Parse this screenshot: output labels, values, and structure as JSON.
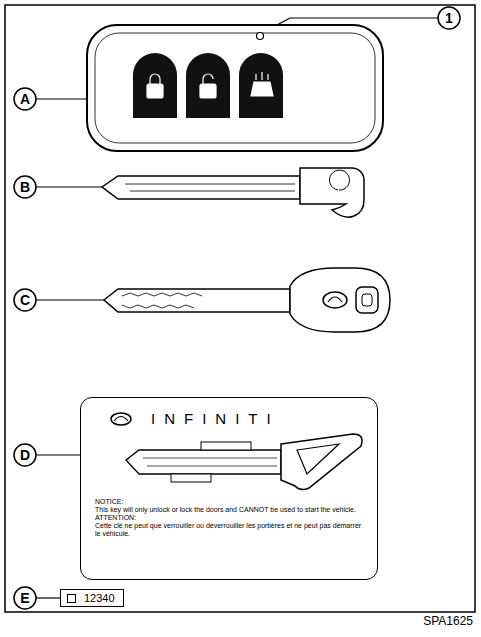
{
  "diagram": {
    "nodes": [
      {
        "text": [
          "INFINITI",
          "NOTICE:",
          "This key will only unlock or lock the doors and CANNOT be used to start the vehicle.",
          "ATTENTION:",
          "Cette clé ne peut que verrouiller ou déverrouiller les portières et ne peut pas démarrer le véhicule."
        ]
      },
      {
        "text": [
          "12340"
        ]
      }
    ],
    "edges": [],
    "labels": [
      "1",
      "A",
      "B",
      "C",
      "D",
      "E",
      "SPA1625"
    ]
  }
}
